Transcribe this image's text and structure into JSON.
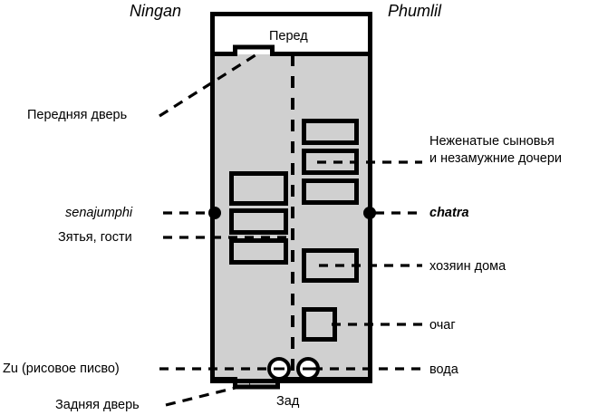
{
  "diagram": {
    "title_side_left": "Ningan",
    "title_side_right": "Phumlil",
    "front_label": "Перед",
    "back_label": "Зад",
    "colors": {
      "floor_fill": "#d0d0d0",
      "wall_stroke": "#000000",
      "background": "#ffffff",
      "porch_fill": "#ffffff"
    },
    "left_labels": [
      {
        "id": "front-door",
        "text": "Передняя дверь",
        "italic": false
      },
      {
        "id": "senajumphi",
        "text": "senajumphi",
        "italic": true
      },
      {
        "id": "sons-in-law-guests",
        "text": "Зятья, гости",
        "italic": false
      },
      {
        "id": "zu-rice-beer",
        "text_italic_part": "Zu",
        "text": "Zu (рисовое писво)",
        "text_rest": " (рисовое писво)",
        "italic": false
      },
      {
        "id": "back-door",
        "text": "Задняя дверь",
        "italic": false
      }
    ],
    "right_labels": [
      {
        "id": "unmarried-children",
        "line1": "Неженатые сыновья",
        "line2": "и незамужние дочери",
        "italic": false
      },
      {
        "id": "chatra",
        "line1": "chatra",
        "line2": "",
        "italic": true
      },
      {
        "id": "house-master",
        "line1": "хозяин дома",
        "line2": "",
        "italic": false
      },
      {
        "id": "hearth",
        "line1": "очаг",
        "line2": "",
        "italic": false
      },
      {
        "id": "water",
        "line1": "вода",
        "line2": "",
        "italic": false
      }
    ]
  }
}
